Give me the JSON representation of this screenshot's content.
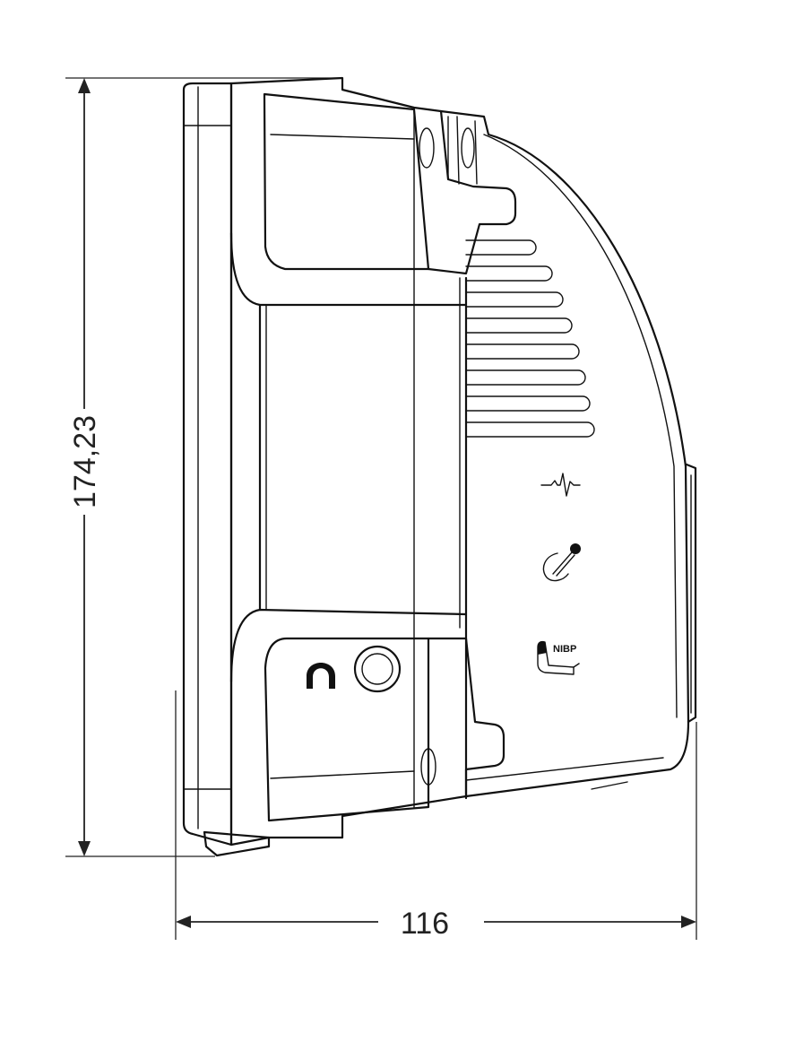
{
  "dimensions": {
    "height_label": "174,23",
    "width_label": "116"
  },
  "port_labels": {
    "nibp": "NIBP"
  },
  "icons": [
    "headphone-icon",
    "ecg-icon",
    "spo2-sensor-icon",
    "nibp-cuff-icon",
    "audio-jack-icon"
  ],
  "colors": {
    "line": "#111111",
    "background": "#ffffff"
  }
}
